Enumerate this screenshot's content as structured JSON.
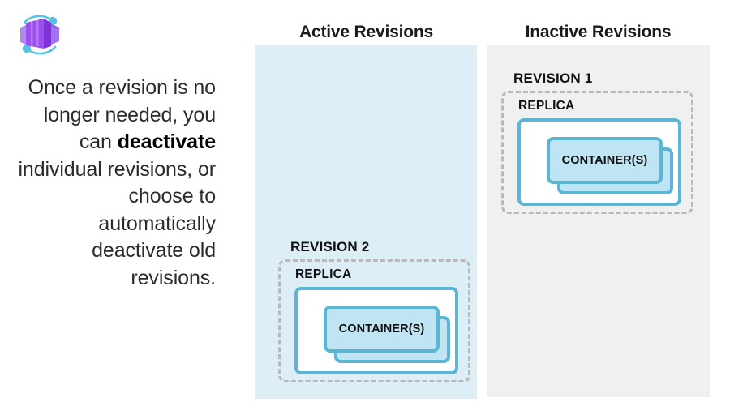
{
  "brand": {
    "logo_name": "azure-container-apps-logo"
  },
  "description": {
    "part1": "Once a revision is no longer needed, you can ",
    "emphasis": "deactivate",
    "part2": " individual revisions, or choose to automatically deactivate old revisions."
  },
  "columns": {
    "active": {
      "heading": "Active Revisions",
      "background": "#ddeef7"
    },
    "inactive": {
      "heading": "Inactive Revisions",
      "background": "#f0f0f0"
    }
  },
  "revisions": [
    {
      "id": "revision-1",
      "label": "REVISION 1",
      "replica_label": "REPLICA",
      "container_label": "CONTAINER(S)",
      "state": "inactive"
    },
    {
      "id": "revision-2",
      "label": "REVISION 2",
      "replica_label": "REPLICA",
      "container_label": "CONTAINER(S)",
      "state": "active"
    }
  ],
  "colors": {
    "container_border": "#5bb6d5",
    "container_fill": "#bfe4f3",
    "revision_dash": "#b9b9b9",
    "logo_purple": "#9b4dea",
    "logo_teal": "#50c4e0"
  }
}
